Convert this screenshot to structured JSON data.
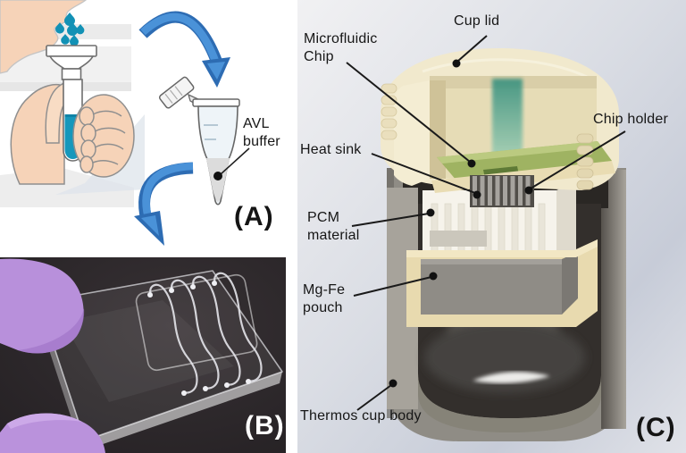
{
  "figure_type": "labeled-device-figure",
  "panel_a": {
    "label": "(A)",
    "avl_buffer_label": "AVL buffer"
  },
  "panel_b": {
    "label": "(B)"
  },
  "panel_c": {
    "label": "(C)",
    "callouts": {
      "cup_lid": "Cup lid",
      "microfluidic_chip": "Microfluidic Chip",
      "chip_holder": "Chip holder",
      "heat_sink": "Heat sink",
      "pcm_material": "PCM material",
      "mg_fe_pouch": "Mg-Fe pouch",
      "thermos_cup_body": "Thermos cup body"
    }
  },
  "colors": {
    "arrow_blue": "#4A92D8",
    "arrow_blue_dark": "#2D6CB3",
    "droplet_teal": "#1291B5",
    "lid_cream": "#F0E8CB",
    "chip_green": "#9FB362",
    "glove_purple": "#B890DB",
    "photo_background": "#292528",
    "body_gray": "#8F8C85",
    "pcm_white": "#F6F3EB",
    "skin": "#F6D3B8"
  }
}
